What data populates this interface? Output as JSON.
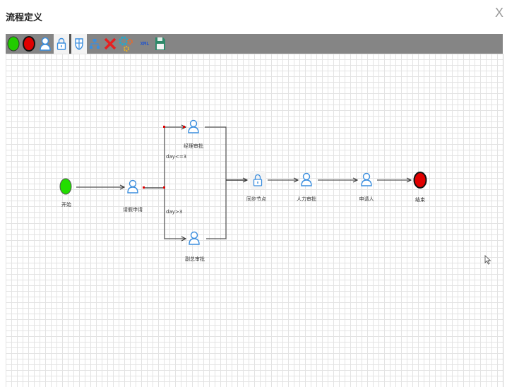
{
  "window": {
    "title": "流程定义",
    "close_label": "X"
  },
  "toolbar": {
    "items": [
      {
        "name": "start-node-tool",
        "icon": "green-circle-icon"
      },
      {
        "name": "end-node-tool",
        "icon": "red-circle-icon"
      },
      {
        "name": "task-node-tool",
        "icon": "user-icon"
      },
      {
        "name": "sync-node-tool",
        "icon": "lock-icon",
        "active": true
      },
      {
        "name": "shield-node-tool",
        "icon": "shield-icon",
        "active": true
      },
      {
        "name": "fork-node-tool",
        "icon": "org-chart-icon"
      },
      {
        "name": "delete-tool",
        "icon": "red-x-icon"
      },
      {
        "name": "settings-tool",
        "icon": "gears-icon"
      },
      {
        "name": "xml-tool",
        "icon": "xml-icon",
        "label": "XML"
      },
      {
        "name": "save-tool",
        "icon": "floppy-disk-icon"
      }
    ],
    "colors": {
      "bg": "#858585",
      "start": "#22cc00",
      "end": "#e00000",
      "accent": "#3b8ede"
    }
  },
  "diagram": {
    "nodes": [
      {
        "id": "start",
        "type": "start",
        "label": "开始"
      },
      {
        "id": "apply",
        "type": "task",
        "label": "请假申请"
      },
      {
        "id": "manager",
        "type": "task",
        "label": "经理审批"
      },
      {
        "id": "vp",
        "type": "task",
        "label": "副总审批"
      },
      {
        "id": "sync",
        "type": "sync",
        "label": "同步节点"
      },
      {
        "id": "hr",
        "type": "task",
        "label": "人力审批"
      },
      {
        "id": "applicant",
        "type": "task",
        "label": "申请人"
      },
      {
        "id": "end",
        "type": "end",
        "label": "结束"
      }
    ],
    "edges": [
      {
        "from": "start",
        "to": "apply",
        "label": ""
      },
      {
        "from": "apply",
        "to": "manager",
        "label": "day<=3"
      },
      {
        "from": "apply",
        "to": "vp",
        "label": "day>3"
      },
      {
        "from": "manager",
        "to": "sync",
        "label": ""
      },
      {
        "from": "vp",
        "to": "sync",
        "label": ""
      },
      {
        "from": "sync",
        "to": "hr",
        "label": ""
      },
      {
        "from": "hr",
        "to": "applicant",
        "label": ""
      },
      {
        "from": "applicant",
        "to": "end",
        "label": ""
      }
    ]
  }
}
